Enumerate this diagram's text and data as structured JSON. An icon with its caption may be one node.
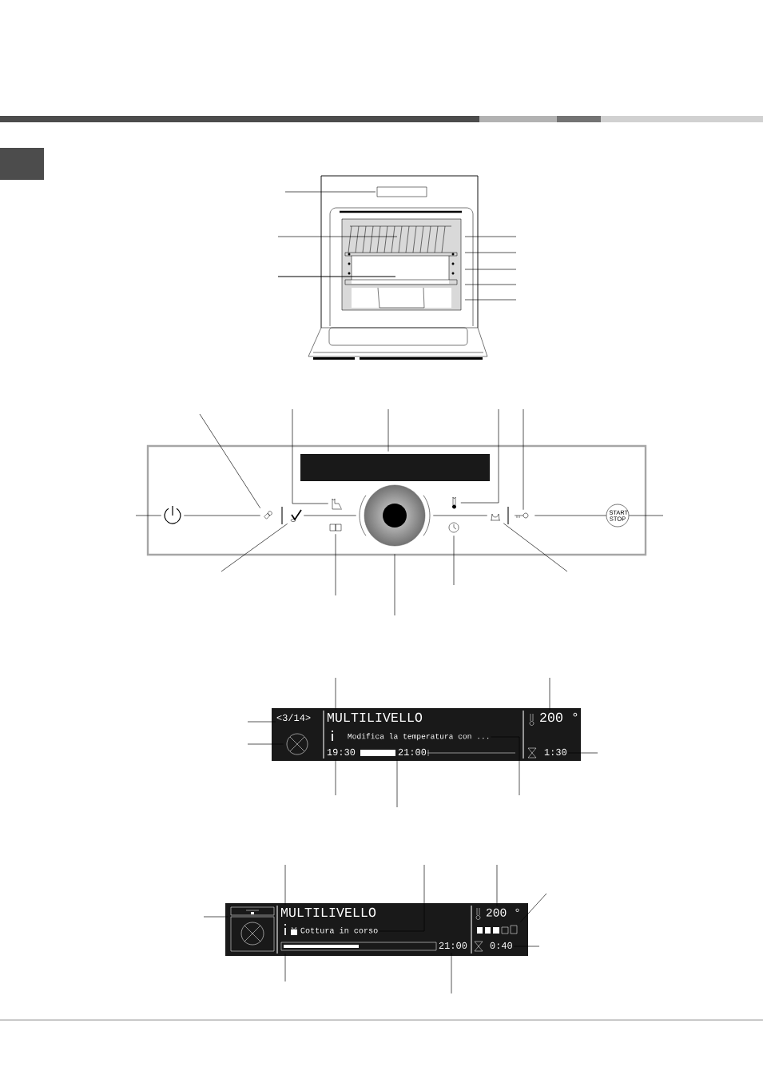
{
  "diagram": {
    "nodes": [
      {
        "text": [
          "<3/14>"
        ]
      },
      {
        "text": [
          "MULTILIVELLO"
        ]
      },
      {
        "text": [
          "Modifica la temperatura con ..."
        ]
      },
      {
        "text": [
          "19:30"
        ]
      },
      {
        "text": [
          "21:00"
        ]
      },
      {
        "text": [
          "200 °"
        ]
      },
      {
        "text": [
          "1:30"
        ]
      },
      {
        "text": [
          "MULTILIVELLO"
        ]
      },
      {
        "text": [
          "Cottura in corso"
        ]
      },
      {
        "text": [
          "21:00"
        ]
      },
      {
        "text": [
          "200 °"
        ]
      },
      {
        "text": [
          "0:40"
        ]
      },
      {
        "text": [
          "START STOP"
        ]
      },
      {
        "text": [],
        "shape": "display"
      },
      {
        "text": [],
        "shape": "power"
      },
      {
        "text": [],
        "shape": "wrench"
      },
      {
        "text": [],
        "shape": "checkmark"
      },
      {
        "text": [],
        "shape": "hand"
      },
      {
        "text": [],
        "shape": "book"
      },
      {
        "text": [],
        "shape": "knob"
      },
      {
        "text": [],
        "shape": "thermometer"
      },
      {
        "text": [],
        "shape": "clock"
      },
      {
        "text": [],
        "shape": "bell"
      },
      {
        "text": [],
        "shape": "key"
      },
      {
        "text": [],
        "shape": "fan"
      },
      {
        "text": [],
        "shape": "oven"
      },
      {
        "text": [],
        "shape": "bars"
      },
      {
        "text": [],
        "shape": "bar"
      }
    ],
    "edges": [
      {
        "from": null,
        "to": 0,
        "arrow": "none"
      },
      {
        "from": null,
        "to": 1,
        "arrow": "none"
      },
      {
        "from": null,
        "to": 5,
        "arrow": "none"
      },
      {
        "from": null,
        "to": 6,
        "arrow": "none"
      },
      {
        "from": null,
        "to": 3,
        "arrow": "none"
      },
      {
        "from": null,
        "to": 4,
        "arrow": "none"
      },
      {
        "from": null,
        "to": 2,
        "arrow": "none"
      },
      {
        "from": null,
        "to": 7,
        "arrow": "none"
      },
      {
        "from": null,
        "to": 8,
        "arrow": "none"
      },
      {
        "from": null,
        "to": 10,
        "arrow": "none"
      },
      {
        "from": null,
        "to": 11,
        "arrow": "none"
      },
      {
        "from": null,
        "to": 9,
        "arrow": "none"
      },
      {
        "from": null,
        "to": 12,
        "arrow": "none"
      },
      {
        "from": null,
        "to": 14,
        "arrow": "none"
      },
      {
        "from": null,
        "to": 15,
        "arrow": "none"
      },
      {
        "from": null,
        "to": 17,
        "arrow": "none"
      },
      {
        "from": null,
        "to": 13,
        "arrow": "none"
      },
      {
        "from": null,
        "to": 20,
        "arrow": "none"
      },
      {
        "from": null,
        "to": 23,
        "arrow": "none"
      },
      {
        "from": null,
        "to": 16,
        "arrow": "none"
      },
      {
        "from": null,
        "to": 18,
        "arrow": "none"
      },
      {
        "from": null,
        "to": 19,
        "arrow": "none"
      },
      {
        "from": null,
        "to": 21,
        "arrow": "none"
      },
      {
        "from": null,
        "to": 22,
        "arrow": "none"
      },
      {
        "from": 14,
        "to": 15,
        "arrow": "none"
      },
      {
        "from": 16,
        "to": 19,
        "arrow": "none"
      },
      {
        "from": 19,
        "to": 22,
        "arrow": "none"
      },
      {
        "from": 23,
        "to": 12,
        "arrow": "none"
      },
      {
        "from": null,
        "to": 24,
        "arrow": "none"
      },
      {
        "from": null,
        "to": 25,
        "arrow": "none"
      },
      {
        "from": null,
        "to": 26,
        "arrow": "none"
      },
      {
        "from": null,
        "to": 27,
        "arrow": "none"
      }
    ]
  }
}
